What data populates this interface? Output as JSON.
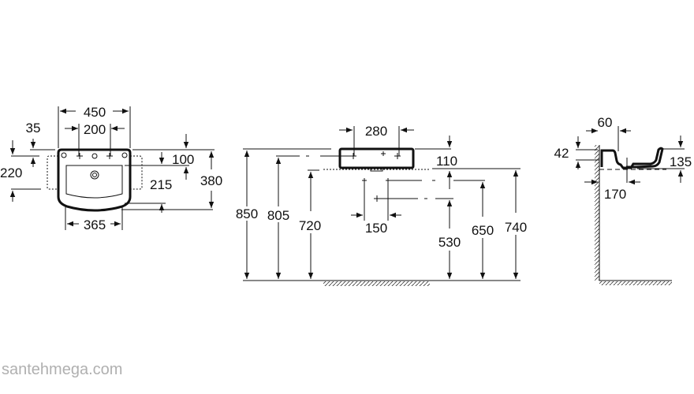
{
  "top_view": {
    "w450": "450",
    "w200": "200",
    "d35": "35",
    "h220": "220",
    "d100": "100",
    "d215": "215",
    "h380": "380",
    "w365": "365"
  },
  "front_view": {
    "w280": "280",
    "h110": "110",
    "h850": "850",
    "h805": "805",
    "h720": "720",
    "w150": "150",
    "h530": "530",
    "h650": "650",
    "h740": "740"
  },
  "side_view": {
    "d60": "60",
    "h42": "42",
    "h135": "135",
    "d170": "170"
  },
  "watermark": "santehmega.com",
  "colors": {
    "line": "#111111",
    "watermark": "#b0b0b0"
  }
}
